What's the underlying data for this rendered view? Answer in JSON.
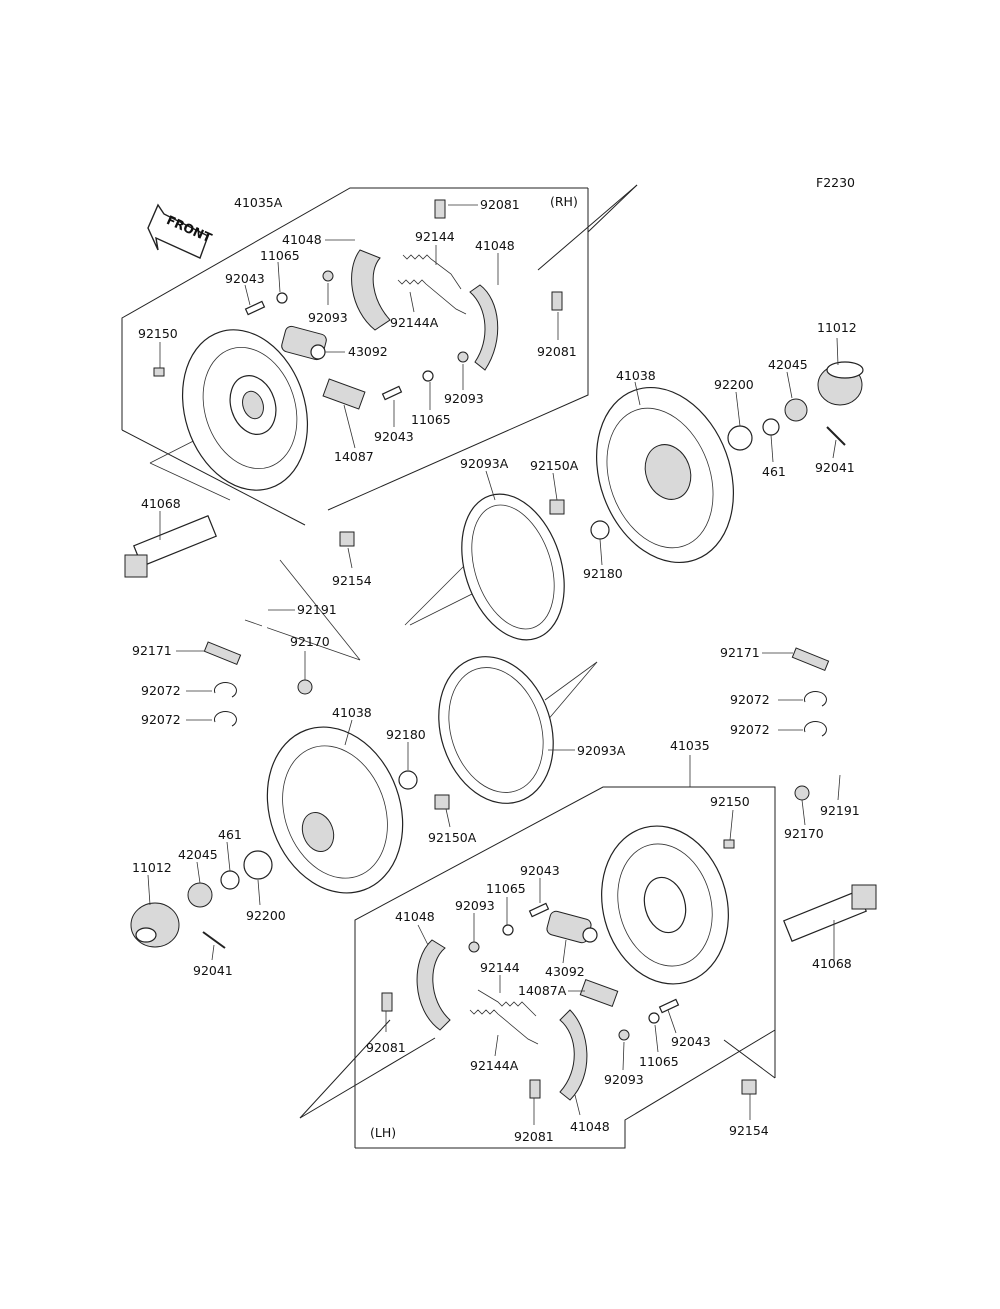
{
  "figure_code": "F2230",
  "front_label": "FRONT",
  "rh_label": "(RH)",
  "lh_label": "(LH)",
  "labels": {
    "p41035A": "41035A",
    "p41048_a": "41048",
    "p92081_a": "92081",
    "p92144_a": "92144",
    "p41048_b": "41048",
    "p11065_a": "11065",
    "p92043_a": "92043",
    "p92093_a": "92093",
    "p92144A_a": "92144A",
    "p92081_b": "92081",
    "p92150_a": "92150",
    "p43092_a": "43092",
    "p92093_b": "92093",
    "p92043_b": "92043",
    "p11065_b": "11065",
    "p14087": "14087",
    "p41068_a": "41068",
    "p92154_a": "92154",
    "p92093A_a": "92093A",
    "p92150A_a": "92150A",
    "p41038_a": "41038",
    "p92200_a": "92200",
    "p42045_a": "42045",
    "p11012_a": "11012",
    "p461_a": "461",
    "p92041_a": "92041",
    "p92180_a": "92180",
    "p92191_a": "92191",
    "p92170_a": "92170",
    "p92171_a": "92171",
    "p92072_a": "92072",
    "p92072_b": "92072",
    "p41038_b": "41038",
    "p92180_b": "92180",
    "p92093A_b": "92093A",
    "p92150A_b": "92150A",
    "p461_b": "461",
    "p42045_b": "42045",
    "p11012_b": "11012",
    "p92200_b": "92200",
    "p92041_b": "92041",
    "p92171_b": "92171",
    "p92072_c": "92072",
    "p92072_d": "92072",
    "p41035": "41035",
    "p92150_b": "92150",
    "p92170_b": "92170",
    "p92191_b": "92191",
    "p92043_c": "92043",
    "p11065_c": "11065",
    "p92093_c": "92093",
    "p41048_c": "41048",
    "p43092_b": "43092",
    "p92144_b": "92144",
    "p14087A": "14087A",
    "p41068_b": "41068",
    "p92081_c": "92081",
    "p92144A_b": "92144A",
    "p92043_d": "92043",
    "p11065_d": "11065",
    "p92093_d": "92093",
    "p92081_d": "92081",
    "p41048_d": "41048",
    "p92154_b": "92154"
  }
}
